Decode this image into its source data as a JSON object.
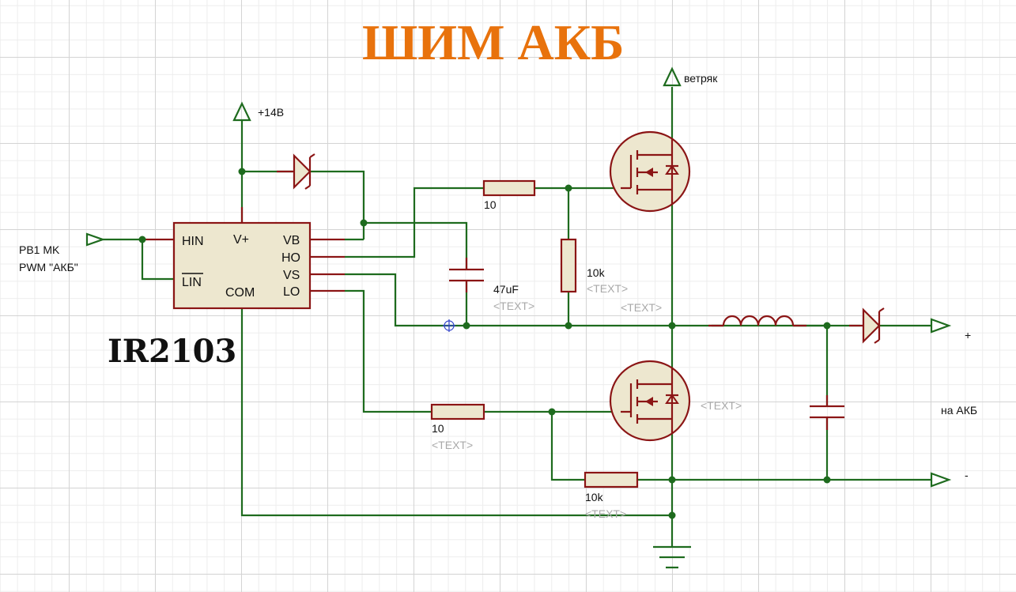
{
  "title": "ШИМ АКБ",
  "chip": {
    "name": "IR2103",
    "pins": {
      "hin": "HIN",
      "lin": "LIN",
      "vplus": "V+",
      "com": "COM",
      "vb": "VB",
      "ho": "HO",
      "vs": "VS",
      "lo": "LO"
    }
  },
  "terminals": {
    "input_line1": "PB1 MK",
    "input_line2": "PWM \"АКБ\"",
    "supply": "+14В",
    "wind": "ветряк",
    "out_plus": "+",
    "out_minus": "-",
    "battery": "на АКБ"
  },
  "components": {
    "r_gate_high": "10",
    "r_pull_high": "10k",
    "cap_boot": "47uF",
    "r_gate_low": "10",
    "r_pull_low": "10k",
    "placeholder": "<TEXT>"
  },
  "colors": {
    "wire": "#1e6b1e",
    "component": "#8b1515",
    "body": "#ede7cf",
    "title": "#e8720c"
  }
}
